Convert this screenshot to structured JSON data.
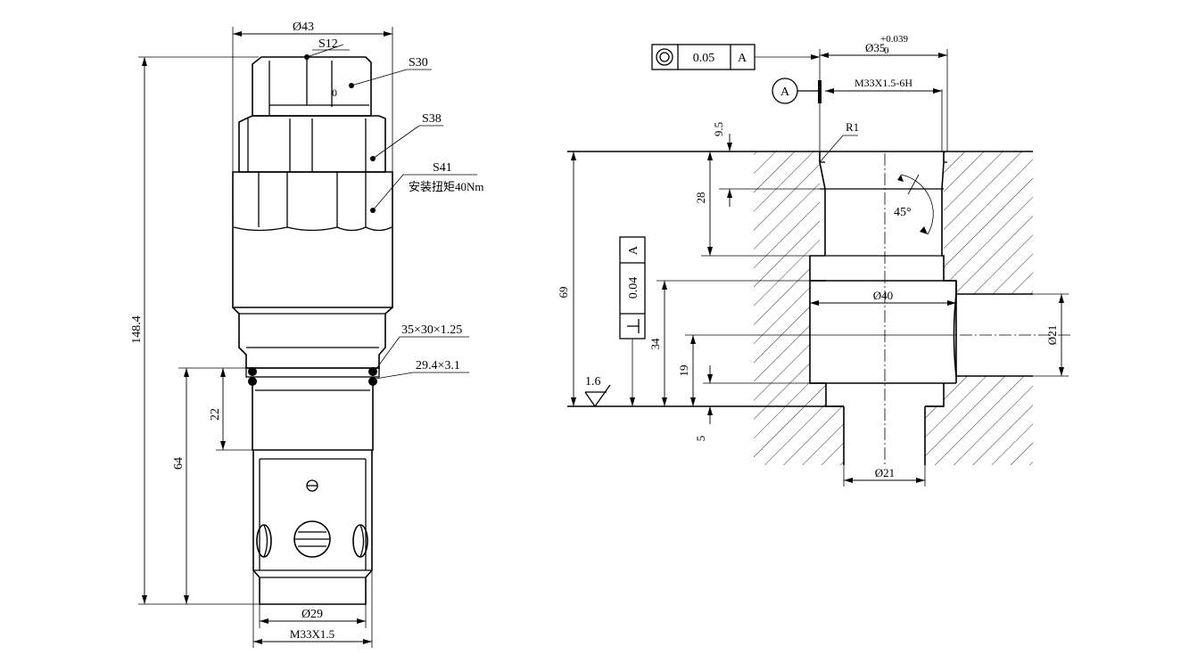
{
  "left_view": {
    "dia_top": "Ø43",
    "hex_s12": "S12",
    "hex_s30": "S30",
    "hex_s38": "S38",
    "hex_s41": "S41",
    "torque": "安装扭矩40Nm",
    "o_mark": "0",
    "seal_1": "35×30×1.25",
    "seal_2": "29.4×3.1",
    "len_total": "148.4",
    "len_64": "64",
    "len_22": "22",
    "dia_29": "Ø29",
    "thread_bottom": "M33X1.5"
  },
  "right_view": {
    "fcf_coax_tol": "0.05",
    "fcf_coax_datum": "A",
    "datum_a": "A",
    "dia_35": "Ø35",
    "dia_35_tol_up": "+0.039",
    "dia_35_tol_low": "0",
    "thread_cavity": "M33X1.5-6H",
    "radius": "R1",
    "d_9_5": "9.5",
    "d_28": "28",
    "angle": "45°",
    "d_69": "69",
    "dia_40": "Ø40",
    "fcf_perp_tol": "0.04",
    "fcf_perp_datum": "A",
    "roughness": "1.6",
    "d_34": "34",
    "d_19": "19",
    "d_5": "5",
    "dia_21_side": "Ø21",
    "dia_21_bottom": "Ø21"
  }
}
